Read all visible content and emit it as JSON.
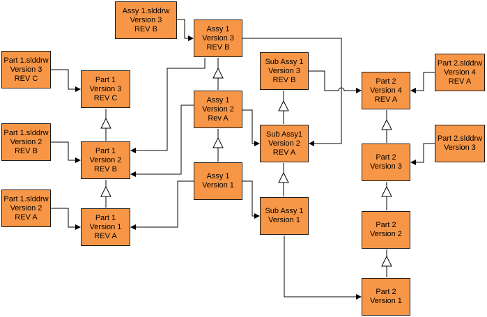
{
  "colors": {
    "box_fill": "#f79646",
    "box_border": "#1a1a1a",
    "connector": "#000000",
    "triangle_fill": "#ffffff"
  },
  "nodes": {
    "assy1_slddrw_v3": {
      "lines": [
        "Assy 1.slddrw",
        "Version 3",
        "REV B"
      ]
    },
    "assy1_v3": {
      "lines": [
        "Assy 1",
        "Version 3",
        "REV B"
      ]
    },
    "assy1_v2": {
      "lines": [
        "Assy 1",
        "Version 2",
        "Rev A"
      ]
    },
    "assy1_v1": {
      "lines": [
        "Assy 1",
        "Version 1"
      ]
    },
    "part1_slddrw_v3": {
      "lines": [
        "Part 1.slddrw",
        "Version 3",
        "REV C"
      ]
    },
    "part1_slddrw_v2b": {
      "lines": [
        "Part 1.slddrw",
        "Version 2",
        "REV B"
      ]
    },
    "part1_slddrw_v2a": {
      "lines": [
        "Part 1.slddrw",
        "Version 2",
        "REV A"
      ]
    },
    "part1_v3": {
      "lines": [
        "Part 1",
        "Version 3",
        "REV C"
      ]
    },
    "part1_v2": {
      "lines": [
        "Part 1",
        "Version 2",
        "REV B"
      ]
    },
    "part1_v1": {
      "lines": [
        "Part 1",
        "Version 1",
        "REV A"
      ]
    },
    "subassy1_v3": {
      "lines": [
        "Sub Assy 1",
        "Version 3",
        "REV B"
      ]
    },
    "subassy1_v2": {
      "lines": [
        "Sub Assy1",
        "Version 2",
        "REV A"
      ]
    },
    "subassy1_v1": {
      "lines": [
        "Sub Assy 1",
        "Version 1"
      ]
    },
    "part2_slddrw_v4": {
      "lines": [
        "Part 2.slddrw",
        "Version 4",
        "REV A"
      ]
    },
    "part2_slddrw_v3": {
      "lines": [
        "Part 2.slddrw",
        "Version 3"
      ]
    },
    "part2_v4": {
      "lines": [
        "Part 2",
        "Version 4",
        "REV A"
      ]
    },
    "part2_v3": {
      "lines": [
        "Part 2",
        "Version 3"
      ]
    },
    "part2_v2": {
      "lines": [
        "Part 2",
        "Version 2"
      ]
    },
    "part2_v1": {
      "lines": [
        "Part 2",
        "Version 1"
      ]
    }
  }
}
